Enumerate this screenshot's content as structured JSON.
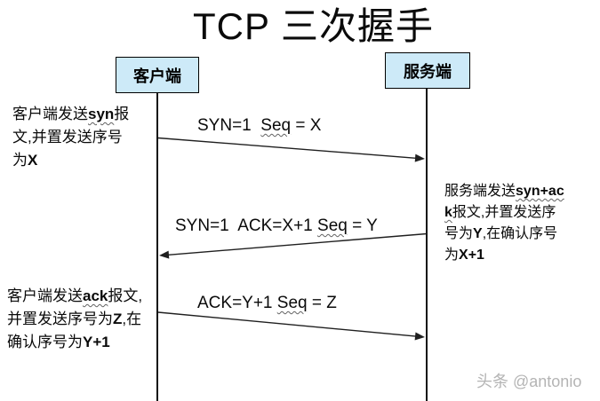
{
  "title": "TCP 三次握手",
  "actors": {
    "client": "客户端",
    "server": "服务端"
  },
  "messages": [
    {
      "step": 1,
      "from": "client",
      "to": "server",
      "pre": "SYN=1  ",
      "seq": "Seq",
      "post": " = X"
    },
    {
      "step": 2,
      "from": "server",
      "to": "client",
      "pre": "SYN=1  ACK=X+1 ",
      "seq": "Seq",
      "post": " = Y"
    },
    {
      "step": 3,
      "from": "client",
      "to": "server",
      "pre": "ACK=Y+1 ",
      "seq": "Seq",
      "post": " = Z"
    }
  ],
  "notes": {
    "client_syn": {
      "p1": "客户端发送",
      "flag": "syn",
      "p2": "报文,并置发送序号为",
      "val": "X"
    },
    "server_synack": {
      "p1": "服务端发送",
      "flag": "syn+ack",
      "p2": "报文,并置发送序号为",
      "val": "Y",
      "p3": ",在确认序号为",
      "val2": "X+1"
    },
    "client_ack": {
      "p1": "客户端发送",
      "flag": "ack",
      "p2": "报文,并置发送序号为",
      "val": "Z",
      "p3": ",在确认序号为",
      "val2": "Y+1"
    }
  },
  "watermark": "头条 @antonio",
  "colors": {
    "box_fill": "#cdeaf8",
    "box_border": "#000000",
    "arrow": "#1f1f1f",
    "text": "#000000",
    "watermark": "#b4b4b4"
  }
}
